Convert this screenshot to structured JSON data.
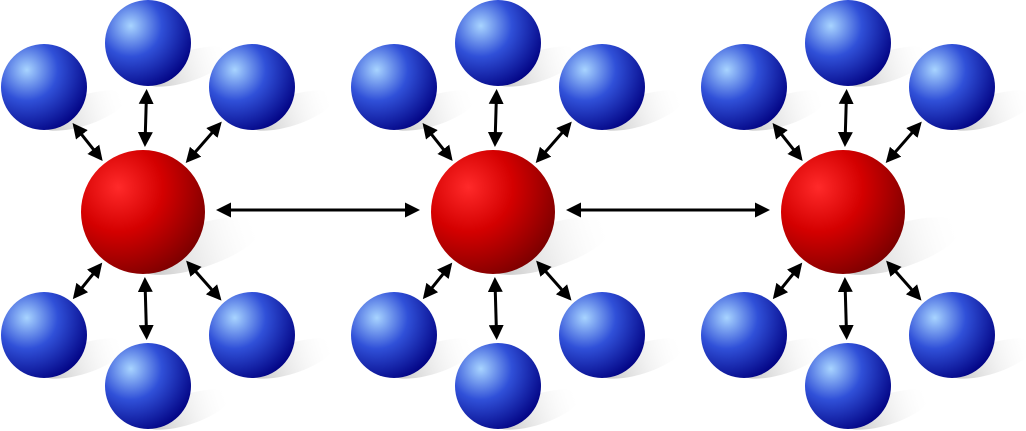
{
  "diagram": {
    "type": "network-of-hubs",
    "colors": {
      "hub": "#d40000",
      "hub_dark": "#7a0000",
      "hub_highlight": "#ff3030",
      "leaf": "#2a3fd0",
      "leaf_dark": "#00007a",
      "leaf_highlight": "#9ecbff",
      "arrow": "#000000",
      "shadow": "#bdbdbd"
    },
    "clusters": [
      {
        "hub": "hub-1",
        "leaves": 6
      },
      {
        "hub": "hub-2",
        "leaves": 6
      },
      {
        "hub": "hub-3",
        "leaves": 6
      }
    ],
    "links": [
      {
        "from": "hub-1",
        "to": "hub-2",
        "bidirectional": true
      },
      {
        "from": "hub-2",
        "to": "hub-3",
        "bidirectional": true
      }
    ]
  }
}
